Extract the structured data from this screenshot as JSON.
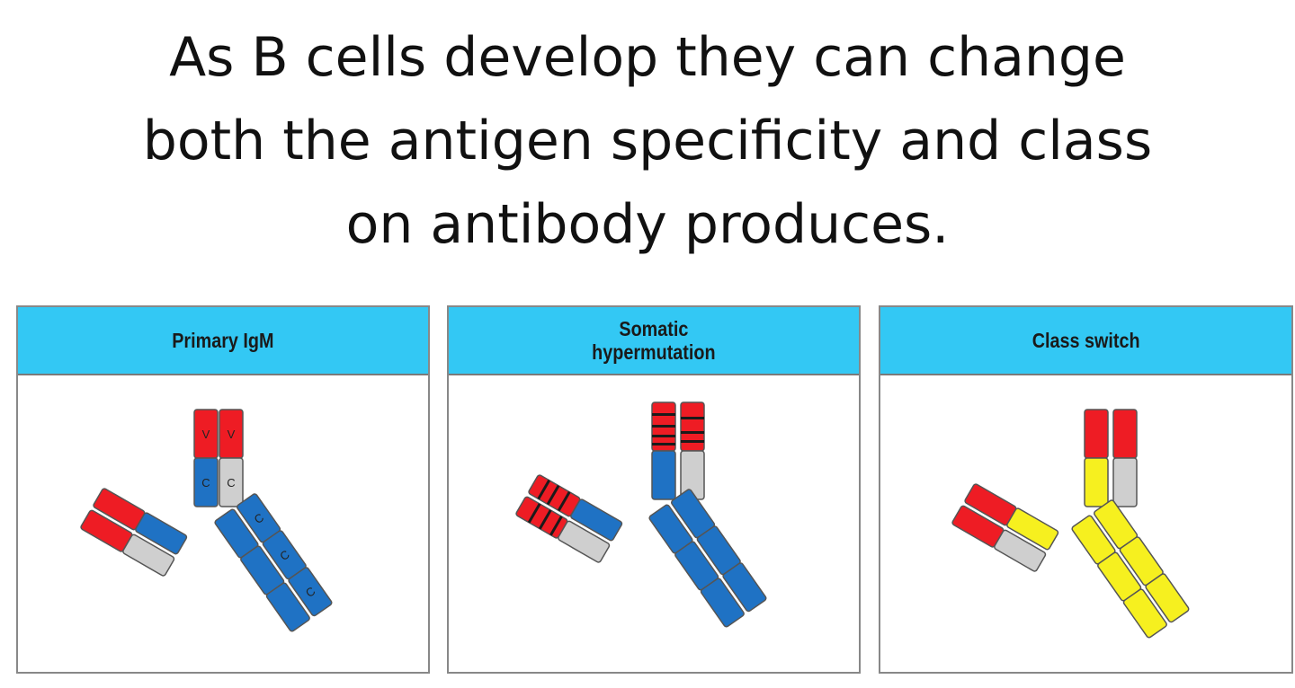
{
  "heading": {
    "lines": [
      "As B cells develop they can change",
      "both the antigen specificity and class",
      "on antibody produces."
    ]
  },
  "panels": [
    {
      "title": "Primary IgM",
      "v_label": "V",
      "c_label": "C"
    },
    {
      "title": "Somatic\nhypermutation"
    },
    {
      "title": "Class switch"
    }
  ],
  "colors": {
    "header_bg": "#33c8f4",
    "variable_region": "#ee1c24",
    "heavy_constant_igm": "#1f72c4",
    "light_constant": "#cfcfcf",
    "heavy_constant_switched": "#f6f01f",
    "mutation_marks": "#1a1a1a"
  }
}
